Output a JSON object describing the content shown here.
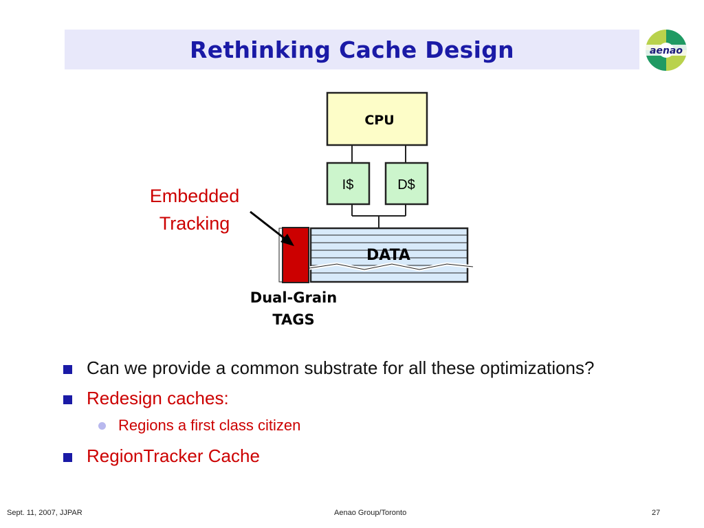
{
  "slide": {
    "title": "Rethinking Cache Design",
    "logo_text": "aenao",
    "colors": {
      "title_blue": "#1a1aa6",
      "accent_red": "#cc0000"
    }
  },
  "diagram": {
    "cpu": "CPU",
    "icache": "I$",
    "dcache": "D$",
    "data": "DATA",
    "embedded_label": [
      "Embedded",
      "Tracking"
    ],
    "tags_label": [
      "Dual-Grain",
      "TAGS"
    ]
  },
  "bullets": [
    {
      "text": "Can we provide a common substrate for all these optimizations?",
      "level": 1,
      "color": "black"
    },
    {
      "text": "Redesign caches:",
      "level": 1,
      "color": "red"
    },
    {
      "text": "Regions a first class citizen",
      "level": 2,
      "color": "red"
    },
    {
      "text": "RegionTracker Cache",
      "level": 1,
      "color": "red"
    }
  ],
  "footer": {
    "left": "Sept. 11, 2007, JJPAR",
    "center": "Aenao Group/Toronto",
    "right": "27"
  }
}
